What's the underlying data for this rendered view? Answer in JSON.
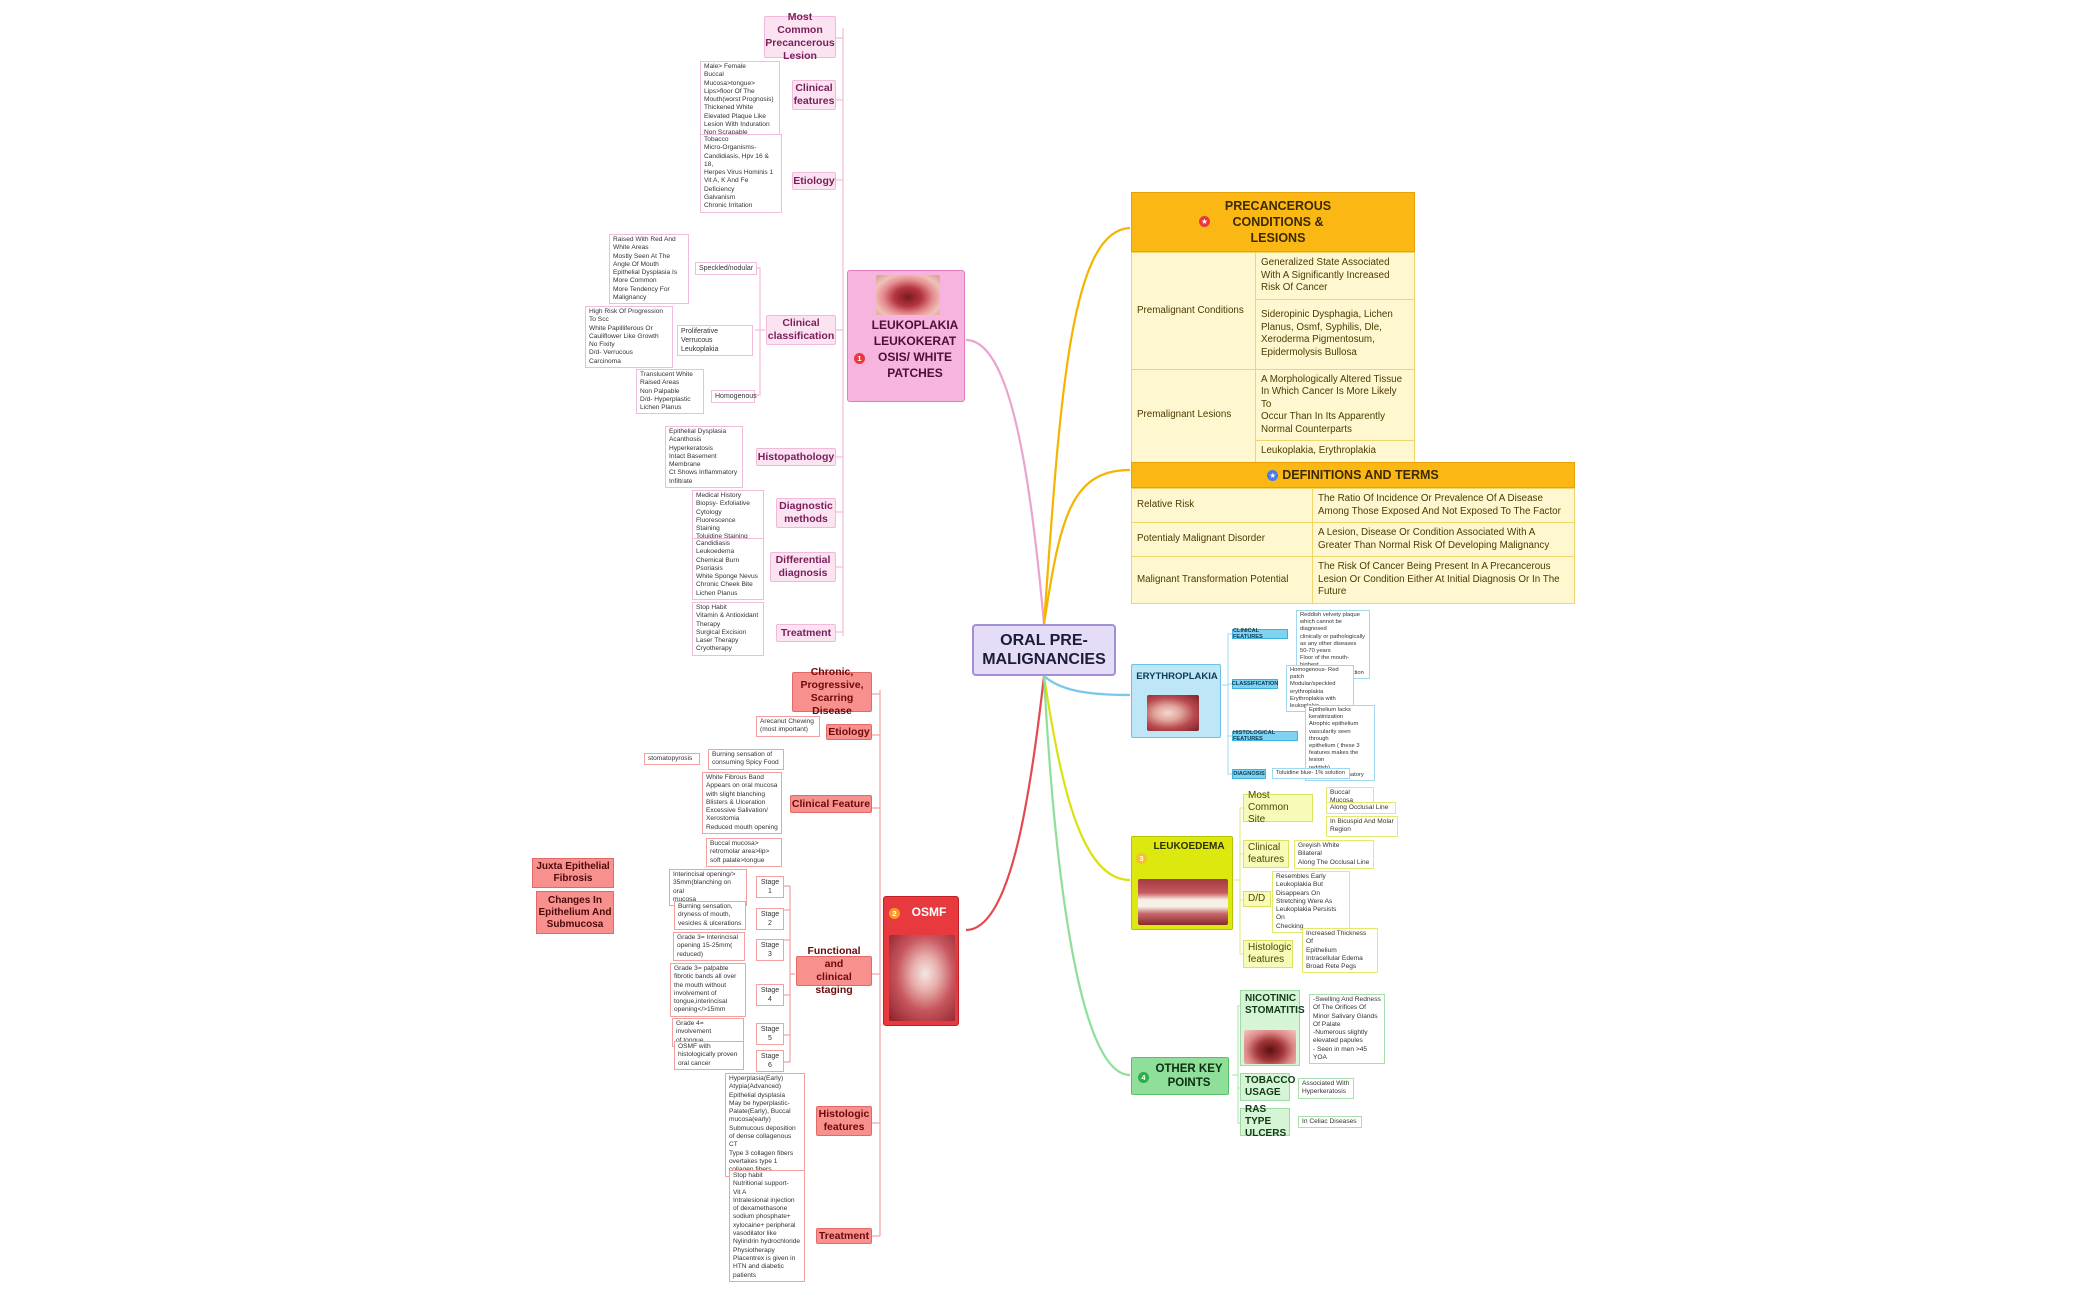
{
  "central": {
    "title": "ORAL PRE-\nMALIGNANCIES"
  },
  "colors": {
    "leukoplakia": "#f6b4de",
    "osmf": "#e8393f",
    "precancerous": "#fbb814",
    "definitions": "#fbb814",
    "erythroplakia": "#bfe6f7",
    "leukoedema": "#dde80f",
    "other": "#8fde9a",
    "central": "#e5dcf7"
  },
  "leukoplakia": {
    "badge": "1",
    "title": "LEUKOPLAKIA\nLEUKOKERAT\nOSIS/ WHITE\nPATCHES",
    "top": "Most Common\nPrecancerous\nLesion",
    "clinical_features": {
      "label": "Clinical\nfeatures",
      "note": "Male> Female\nBuccal Mucosa>tongue>\nLips>floor Of The\nMouth(worst Prognosis)\nThickened White\nElevated Plaque Like\nLesion With Induration\nNon Scrapable"
    },
    "etiology": {
      "label": "Etiology",
      "note": "Tobacco\nMicro-Organisms-\nCandidiasis, Hpv 16 & 18,\nHerpes Virus Hominis 1\nVit A, K And Fe\nDeficiency\nGalvanism\nChronic Irritation"
    },
    "clinical_classification": {
      "label": "Clinical\nclassification",
      "subs": [
        {
          "name": "Speckled/nodular",
          "note": "Raised With Red And\nWhite Areas\nMostly Seen At The\nAngle Of Mouth\nEpithelial Dysplasia Is\nMore Common\nMore Tendency For\nMalignancy"
        },
        {
          "name": "Proliferative Verrucous\nLeukoplakia",
          "note": "High Risk Of Progression\nTo Scc\nWhite Papilliferous Or\nCauliflower Like Growth\nNo Fixity\nD/d- Verrucous\nCarcinoma"
        },
        {
          "name": "Homogenous",
          "note": "Translucent White\nRaised Areas\nNon Palpable\nD/d- Hyperplastic\nLichen Planus"
        }
      ]
    },
    "histopathology": {
      "label": "Histopathology",
      "note": "Epithelial Dysplasia\nAcanthosis\nHyperkeratosis\nIntact Basement\nMembrane\nCt Shows Inflammatory\nInfiltrate"
    },
    "diagnostic_methods": {
      "label": "Diagnostic\nmethods",
      "note": "Medical History\nBiopsy- Exfoliative\nCytology\nFluorescence Staining\nToluidine Staining"
    },
    "differential_diagnosis": {
      "label": "Differential\ndiagnosis",
      "note": "Candidiasis\nLeukoedema\nChemical Burn\nPsoriasis\nWhite Sponge Nevus\nChronic Cheek Bite\nLichen Planus"
    },
    "treatment": {
      "label": "Treatment",
      "note": "Stop Habit\nVitamin & Antioxidant\nTherapy\nSurgical Excision\nLaser Therapy\nCryotherapy"
    }
  },
  "osmf": {
    "badge": "2",
    "title": "OSMF",
    "top": "Chronic,\nProgressive,\nScarring Disease",
    "etiology": {
      "label": "Etiology",
      "note": "Arecanut Chewing\n(most important)"
    },
    "clinical_feature": {
      "label": "Clinical Feature",
      "notes": [
        "Burning sensation of\nconsuming Spicy Food",
        "White Fibrous Band\nAppears on oral mucosa\nwith slight blanching\nBlisters & Ulceration\nExcessive Salivation/\nXerostomia\nReduced mouth opening",
        "Buccal mucosa>\nretromolar area>lip>\nsoft palate>tongue"
      ],
      "side": "stomatopyrosis"
    },
    "staging": {
      "label": "Functional and\nclinical staging",
      "stages": [
        {
          "note": "Interincisal opening/>\n35mm(blanching on oral\nmucosa",
          "stage": "Stage 1"
        },
        {
          "note": "Burning sensation,\ndryness of mouth,\nvesicles & ulcerations",
          "stage": "Stage 2"
        },
        {
          "note": "Grade 3= Interincisal\nopening 15-25mm(\nreduced)",
          "stage": "Stage 3"
        },
        {
          "note": "Grade 3= palpable\nfibrotic bands all over\nthe mouth without\ninvolvement of\ntongue,interincisal\nopening</>15mm",
          "stage": "Stage 4"
        },
        {
          "note": "Grade 4= involvement\nof tongue",
          "stage": "Stage 5"
        },
        {
          "note": "OSMF with\nhistologically proven\noral cancer",
          "stage": "Stage 6"
        }
      ]
    },
    "histologic_features": {
      "label": "Histologic\nfeatures",
      "note": "Hyperplasia(Early)\nAtypia(Advanced)\nEpithelial dysplasia\nMay be hyperplastic-\nPalate(Early), Buccal\nmucosa(early)\nSubmucous deposition\nof dense collagenous CT\nType 3 collagen fibers\novertakes type 1\ncollagen fibers"
    },
    "treatment": {
      "label": "Treatment",
      "note": "Stop habit\nNutritional support-\nVit A\nIntralesional injection\nof dexamethasone\nsodium phosphate+\nxylocaine+ peripheral\nvasodilator like\nNylindrin hydrochloride\nPhysiotherapy\nPlacentrex is given in\nHTN and diabetic\npatients"
    },
    "side_notes": [
      "Juxta Epithelial\nFibrosis",
      "Changes In\nEpithelium And\nSubmucosa"
    ]
  },
  "precancerous": {
    "title": "PRECANCEROUS\nCONDITIONS &\nLESIONS",
    "rows": [
      {
        "label": "Premalignant Conditions",
        "cells": [
          "Generalized State Associated\nWith A Significantly Increased\nRisk Of Cancer",
          "Sideropinic Dysphagia, Lichen\nPlanus, Osmf, Syphilis, Dle,\nXeroderma Pigmentosum,\nEpidermolysis Bullosa"
        ]
      },
      {
        "label": "Premalignant Lesions",
        "cells": [
          "A Morphologically Altered Tissue\nIn Which Cancer Is More Likely To\nOccur Than In Its Apparently\nNormal Counterparts",
          "Leukoplakia, Erythroplakia"
        ]
      }
    ]
  },
  "definitions": {
    "title": "DEFINITIONS AND TERMS",
    "rows": [
      {
        "term": "Relative Risk",
        "definition": "The Ratio Of Incidence Or Prevalence Of A Disease\nAmong Those Exposed And Not Exposed To The Factor"
      },
      {
        "term": "Potentialy Malignant Disorder",
        "definition": "A Lesion, Disease Or Condition Associated With A\nGreater Than Normal Risk Of Developing Malignancy"
      },
      {
        "term": "Malignant Transformation Potential",
        "definition": "The Risk Of Cancer Being Present In A Precancerous\nLesion Or Condition Either At Initial Diagnosis Or In The\nFuture"
      }
    ]
  },
  "erythroplakia": {
    "title": "ERYTHROPLAKIA",
    "items": [
      {
        "tag": "CLINICAL FEATURES",
        "note": "Reddish velvety plaque\nwhich cannot be diagnosed\nclinically or pathologically\nas any other diseases\n50-70 years\nFloor of the mouth-highest\nmalignant transformation"
      },
      {
        "tag": "CLASSIFICATION",
        "note": "Homogenous- Red patch\nModular/speckled\nerythroplakia\nErythroplakia with\nleukoplakia"
      },
      {
        "tag": "HISTOLOGICAL FEATURES",
        "note": "Epithelium lacks\nkeratinization\nAtrophic epithelium\nvascularity seen through\nepithelium ( these 3\nfeatures makes the lesion\nreddish)\nChronic inflammatory"
      },
      {
        "tag": "DIAGNOSIS",
        "note": "Toluidine blue- 1% solution"
      }
    ]
  },
  "leukoedema": {
    "badge": "3",
    "title": "LEUKOEDEMA",
    "most_common_site": {
      "label": "Most Common\nSite",
      "notes": [
        "Buccal Mucosa",
        "Along Occlusal Line",
        "In Bicuspid And Molar\nRegion"
      ]
    },
    "clinical_features": {
      "label": "Clinical\nfeatures",
      "note": "Greyish White\nBilateral\nAlong The Occlusal Line"
    },
    "dd": {
      "label": "D/D",
      "note": "Resembles Early\nLeukoplakia But\nDisappears On\nStretching Were As\nLeukoplakia Persists On\nChecking"
    },
    "histologic": {
      "label": "Histologic\nfeatures",
      "note": "Increased Thickness Of\nEpithelium\nIntracellular Edema\nBroad Rete Pegs"
    }
  },
  "other": {
    "badge": "4",
    "title": "OTHER KEY\nPOINTS",
    "items": [
      {
        "label": "NICOTINIC\nSTOMATITIS",
        "note": "-Swelling And Redness\nOf The Orifices Of\nMinor Salivary Glands\nOf Palate\n-Numerous slightly\nelevated papules\n- Seen in men >45 YOA"
      },
      {
        "label": "TOBACCO\nUSAGE",
        "note": "Associated With\nHyperkeratosis"
      },
      {
        "label": "RAS TYPE\nULCERS",
        "note": "In Celiac Diseases"
      }
    ]
  }
}
